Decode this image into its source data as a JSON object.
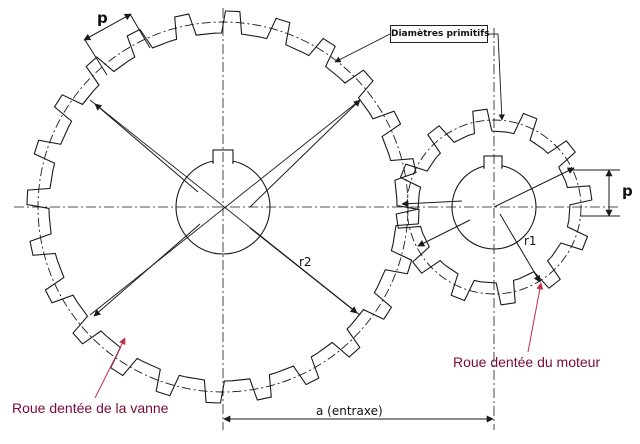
{
  "labels": {
    "pitch_top": "p",
    "pitch_right": "p",
    "diametres_primitifs": "Diamètres primitifs",
    "radius_small": "r1",
    "radius_large": "r2",
    "center_distance": "a (entraxe)",
    "gear_valve": "Roue dentée de la vanne",
    "gear_motor": "Roue dentée du moteur"
  },
  "gears": [
    {
      "name": "gear-vanne",
      "teeth": 24
    },
    {
      "name": "gear-moteur",
      "teeth": 12
    }
  ],
  "colors": {
    "line": "#1a1a1a",
    "callout": "#c0304a",
    "callout_text": "#7a0a3c"
  }
}
